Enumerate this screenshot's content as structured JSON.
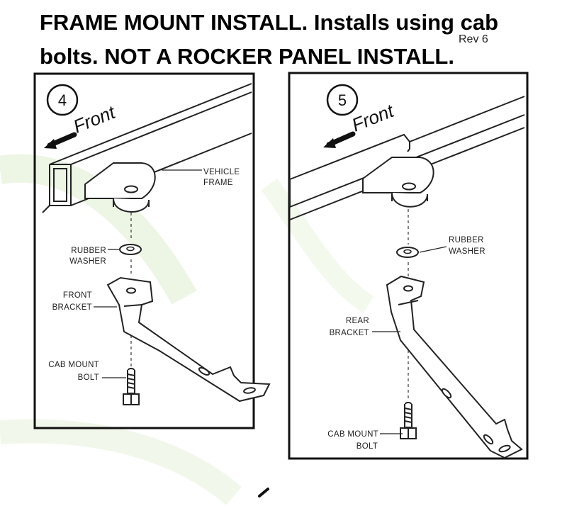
{
  "header": {
    "line1": "FRAME MOUNT INSTALL. Installs using cab",
    "line2": "bolts. NOT A ROCKER PANEL INSTALL.",
    "rev": "Rev 6"
  },
  "panel4": {
    "step": "4",
    "front": "Front",
    "labels": {
      "vehicle_frame_1": "VEHICLE",
      "vehicle_frame_2": "FRAME",
      "rubber_washer_1": "RUBBER",
      "rubber_washer_2": "WASHER",
      "front_bracket_1": "FRONT",
      "front_bracket_2": "BRACKET",
      "cab_mount_bolt_1": "CAB MOUNT",
      "cab_mount_bolt_2": "BOLT"
    }
  },
  "panel5": {
    "step": "5",
    "front": "Front",
    "labels": {
      "rubber_washer_1": "RUBBER",
      "rubber_washer_2": "WASHER",
      "rear_bracket_1": "REAR",
      "rear_bracket_2": "BRACKET",
      "cab_mount_bolt_1": "CAB MOUNT",
      "cab_mount_bolt_2": "BOLT"
    }
  },
  "colors": {
    "ink": "#222222",
    "panel_border": "#111111",
    "watermark": "#e8f2dc"
  }
}
